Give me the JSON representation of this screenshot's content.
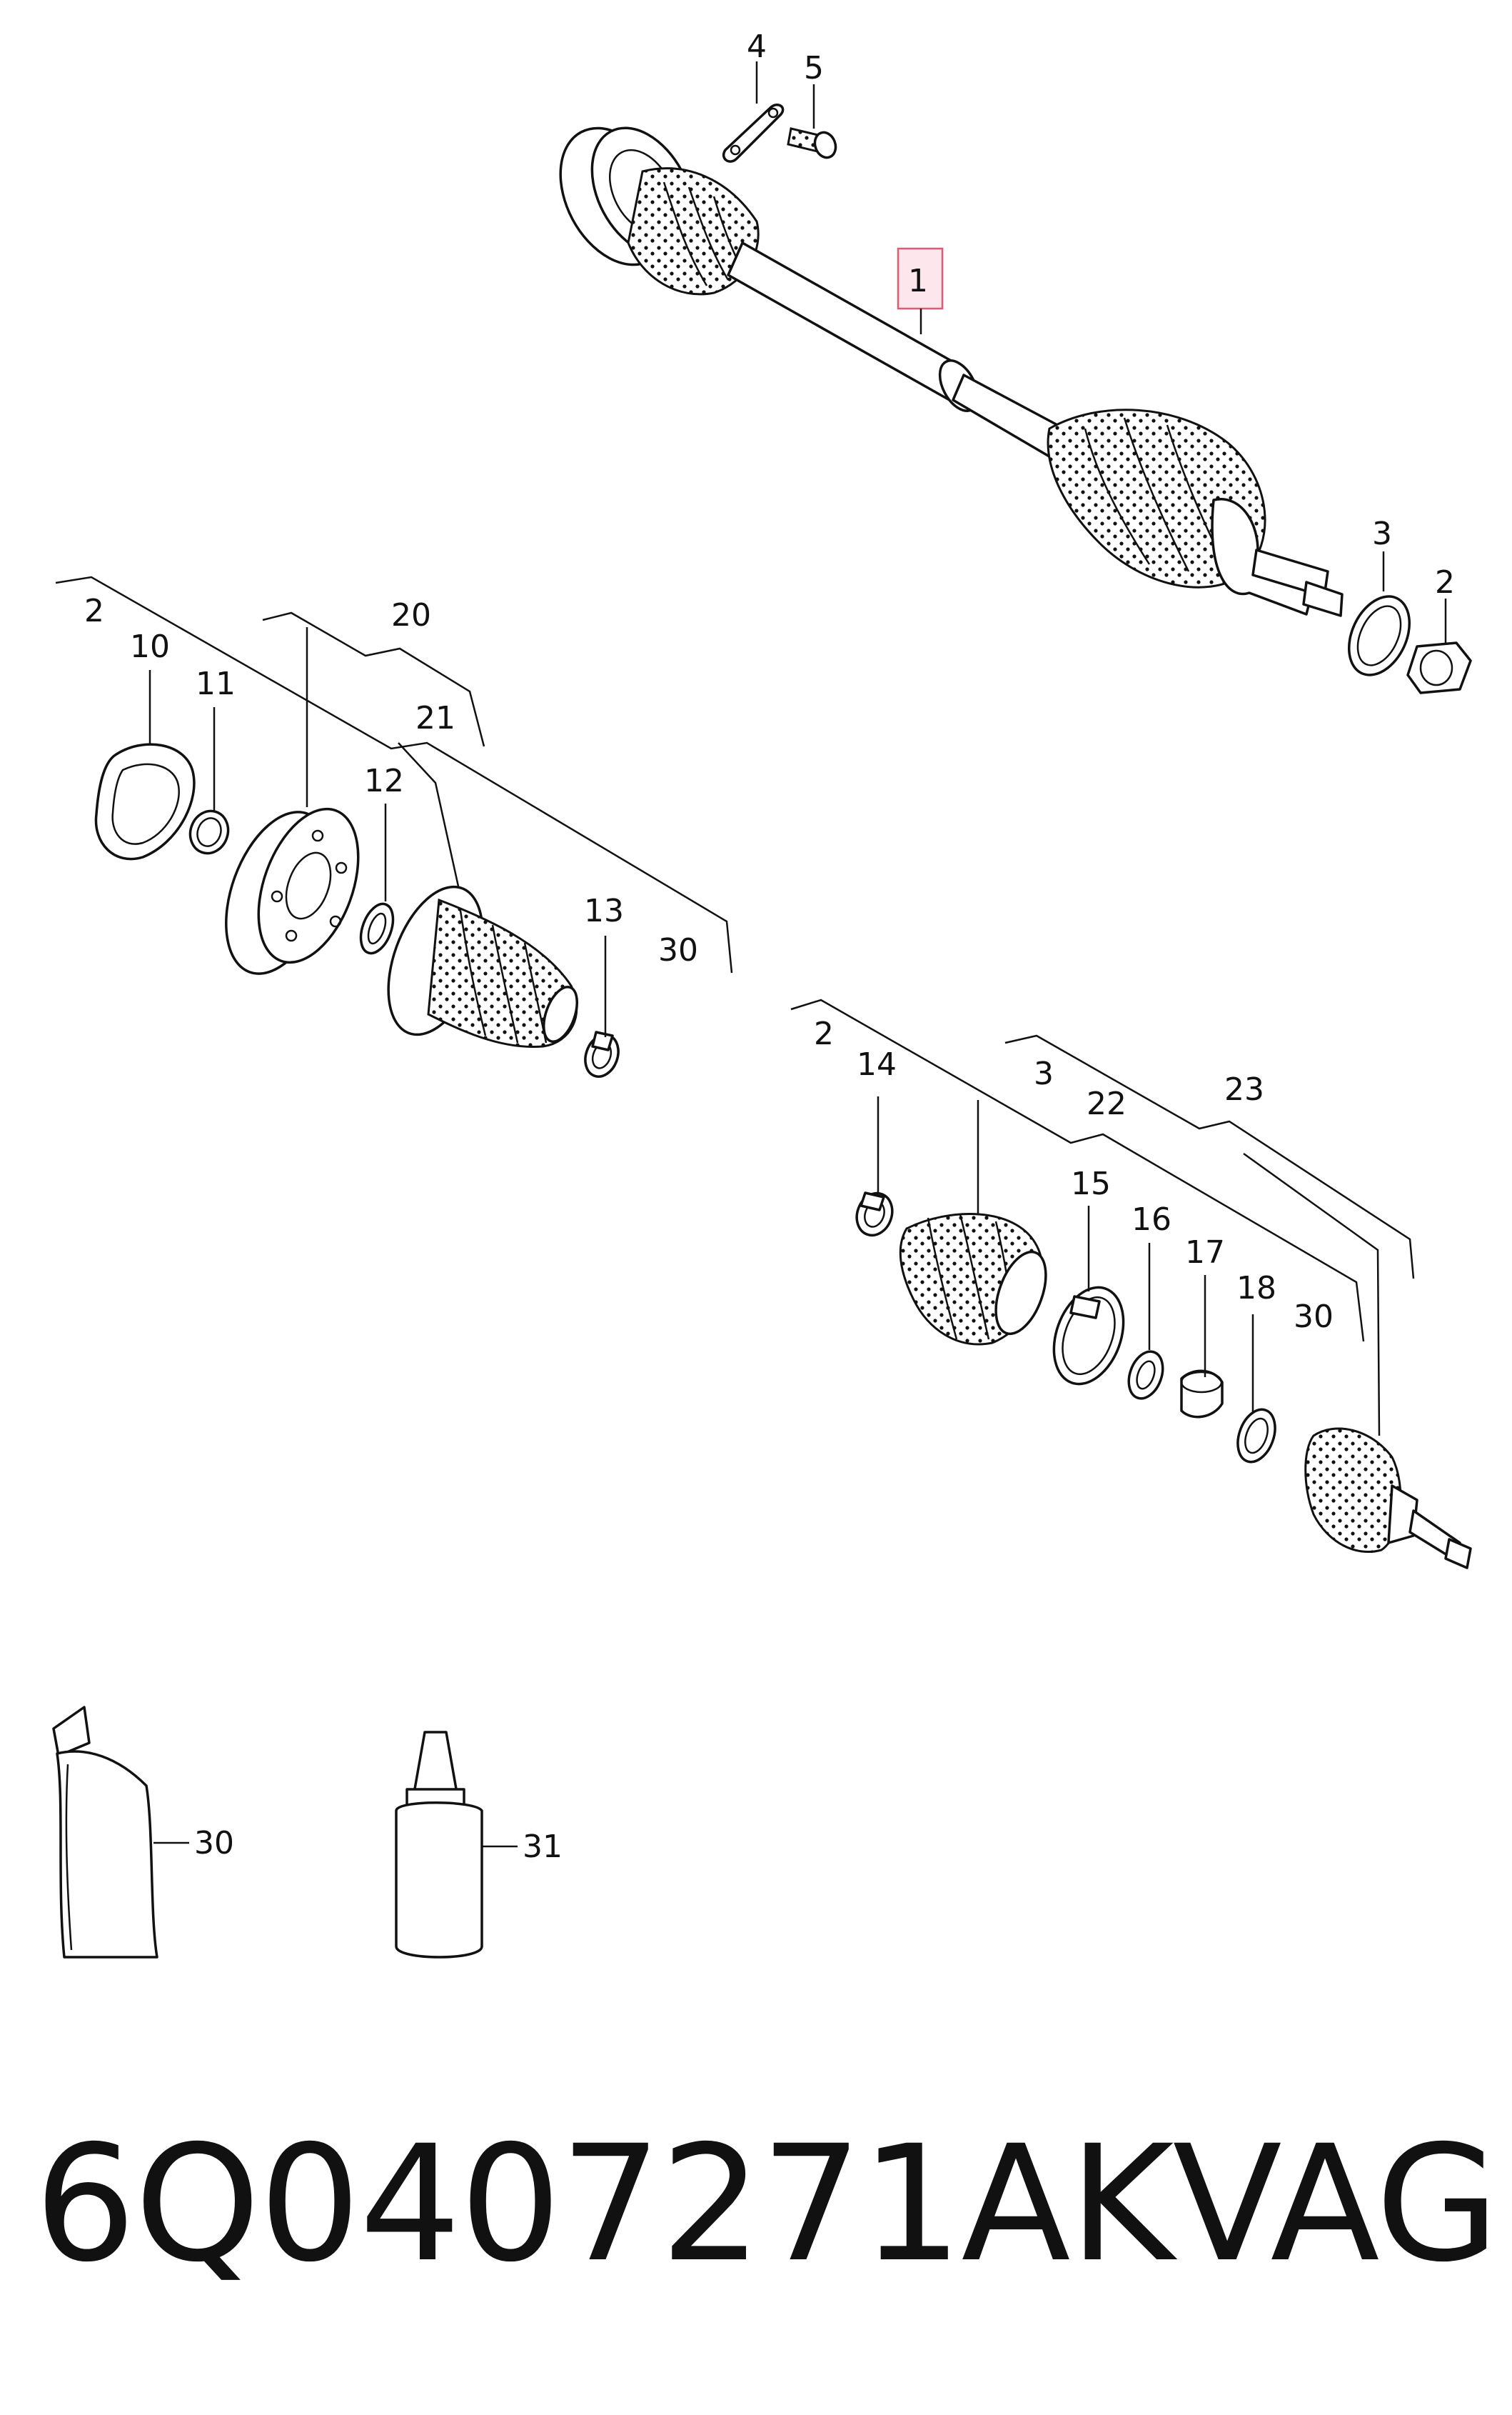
{
  "callouts": {
    "c1": "1",
    "c2a": "2",
    "c2b": "2",
    "c2c": "2",
    "c3a": "3",
    "c3b": "3",
    "c4": "4",
    "c5": "5",
    "c10": "10",
    "c11": "11",
    "c12": "12",
    "c13": "13",
    "c14": "14",
    "c15": "15",
    "c16": "16",
    "c17": "17",
    "c18": "18",
    "c20": "20",
    "c21": "21",
    "c22": "22",
    "c23": "23",
    "c30a": "30",
    "c30b": "30",
    "c30c": "30",
    "c31": "31"
  },
  "highlight_color": "#e05a77",
  "footer": {
    "part_number": "6Q0407271AK",
    "brand": "VAG"
  }
}
